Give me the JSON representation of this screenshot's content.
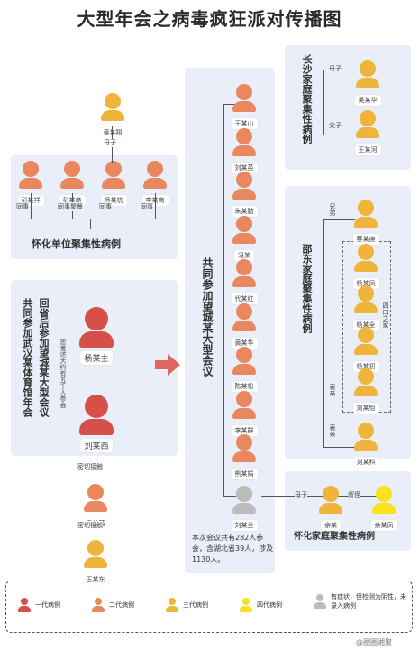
{
  "title": "大型年会之病毒疯狂派对传播图",
  "colors": {
    "gen1": "#d64f49",
    "gen2": "#e9875e",
    "gen3": "#efb53a",
    "gen4": "#f7e21b",
    "gray": "#bcbcbc",
    "panel": "#e9eef8",
    "arrow": "#e0645f"
  },
  "left": {
    "top_person": "黄某翔",
    "top_relation": "母子",
    "unit_people": [
      "彭某祥",
      "彭某商",
      "杨某杭",
      "李某商"
    ],
    "unit_relations": [
      "同事",
      "同事聚餐",
      "同事",
      "同事"
    ],
    "unit_title": "怀化单位聚集性病例",
    "event_title": "回省后参加望城某大型会议",
    "event_title2": "共同参加武汉某体育馆年会",
    "event_note": "患者述大约有五千人参会",
    "person_a": "杨某主",
    "person_b": "刘某西",
    "contact1": "密切接触",
    "person_c": "章某英",
    "contact2": "密切接触",
    "person_d": "王某东"
  },
  "middle": {
    "title": "共同参加望城某大型会议",
    "people": [
      "王某山",
      "刘某英",
      "朱某勤",
      "冯某",
      "代某红",
      "黄某华",
      "陈某松",
      "李某群",
      "熊某娟"
    ],
    "gray_person": "刘某兰",
    "note": "本次会议共有282人参会，含湖北省39人，涉及1130人。"
  },
  "right_top": {
    "title": "长沙家庭聚集性病例",
    "rel1": "母子",
    "person1": "吴某华",
    "rel2": "父子",
    "person2": "王某河"
  },
  "right_mid": {
    "title": "邵东家庭聚集性病例",
    "rel_sibling": "兄弟",
    "sibling": "蔡某庚",
    "family_label": "四口之家",
    "family": [
      "杨某凤",
      "杨某全",
      "杨某初",
      "刘某怡"
    ],
    "rel_cousin1": "表亲",
    "rel_cousin2": "表亲",
    "cousin": "刘某科"
  },
  "right_bot": {
    "title": "怀化家庭聚集性病例",
    "rel1": "母子",
    "person1": "余某",
    "rel2": "叔侄",
    "person2": "余某凤"
  },
  "legend": {
    "gen1": "一代病例",
    "gen2": "二代病例",
    "gen3": "三代病例",
    "gen4": "四代病例",
    "gray": "有症状，但检测为阴性，未录入病例"
  },
  "watermark": "@圈圈湘聚"
}
